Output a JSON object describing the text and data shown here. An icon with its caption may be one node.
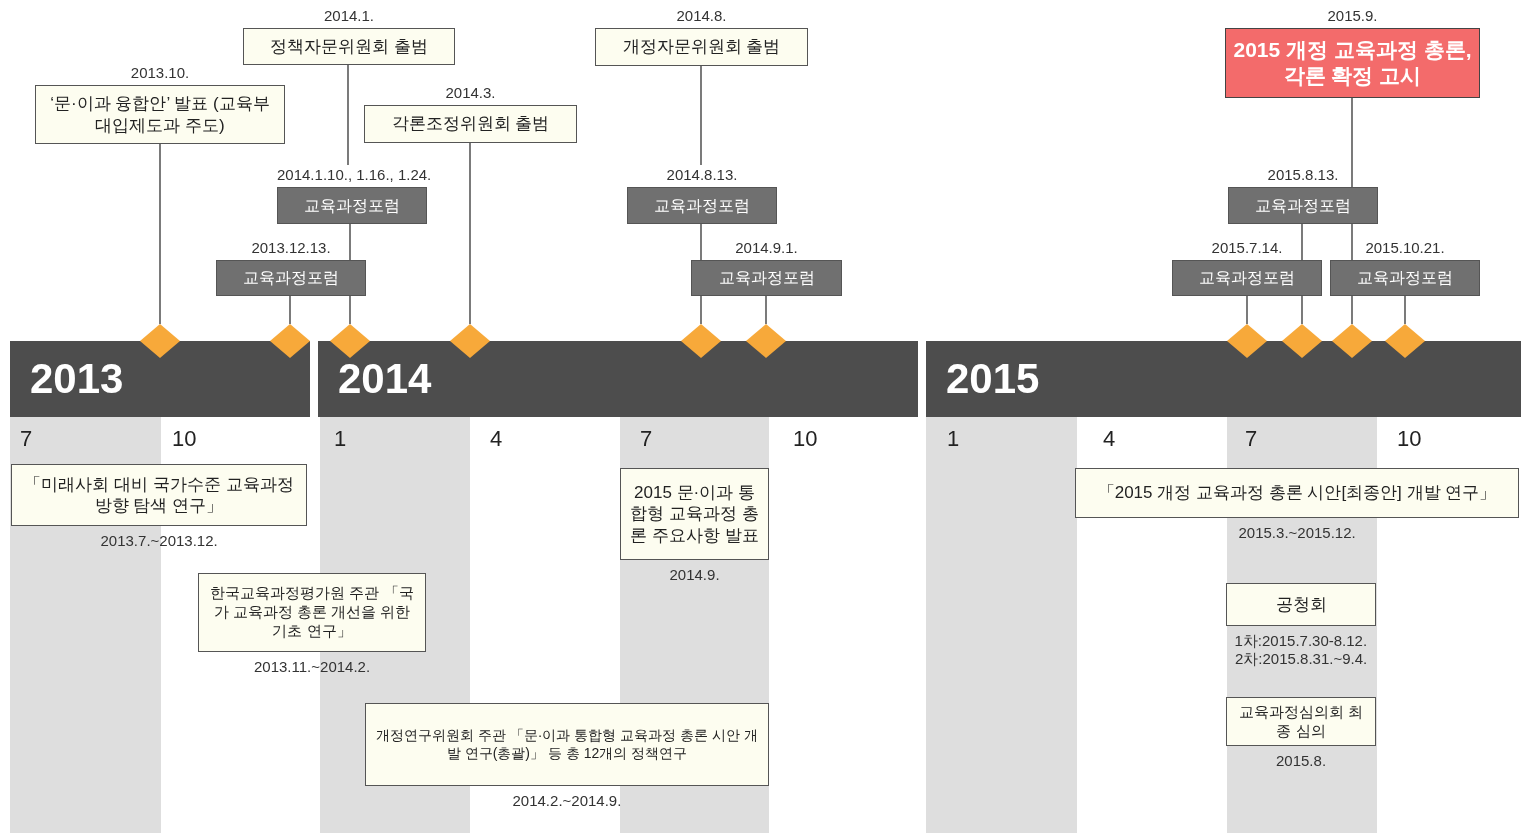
{
  "diagram": {
    "nodes": [
      {
        "text": [
          "2014.1.",
          "정책자문위원회 출범"
        ]
      },
      {
        "text": [
          "2014.8.",
          "개정자문위원회 출범"
        ]
      },
      {
        "text": [
          "2015.9.",
          "2015 개정 교육과정 총론, 각론 확정 고시"
        ]
      },
      {
        "text": [
          "2013.10.",
          "‘문·이과 융합안’ 발표 (교육부 대입제도과 주도)"
        ]
      },
      {
        "text": [
          "2014.3.",
          "각론조정위원회 출범"
        ]
      },
      {
        "text": [
          "2014.1.10., 1.16., 1.24.",
          "교육과정포럼"
        ]
      },
      {
        "text": [
          "2014.8.13.",
          "교육과정포럼"
        ]
      },
      {
        "text": [
          "2015.8.13.",
          "교육과정포럼"
        ]
      },
      {
        "text": [
          "2013.12.13.",
          "교육과정포럼"
        ]
      },
      {
        "text": [
          "2014.9.1.",
          "교육과정포럼"
        ]
      },
      {
        "text": [
          "2015.7.14.",
          "교육과정포럼"
        ]
      },
      {
        "text": [
          "2015.10.21.",
          "교육과정포럼"
        ]
      },
      {
        "text": [],
        "shape": "diamond"
      },
      {
        "text": [],
        "shape": "diamond"
      },
      {
        "text": [],
        "shape": "diamond"
      },
      {
        "text": [],
        "shape": "diamond"
      },
      {
        "text": [],
        "shape": "diamond"
      },
      {
        "text": [],
        "shape": "diamond"
      },
      {
        "text": [],
        "shape": "diamond"
      },
      {
        "text": [],
        "shape": "diamond"
      },
      {
        "text": [],
        "shape": "diamond"
      },
      {
        "text": [],
        "shape": "diamond"
      },
      {
        "text": [
          "2013"
        ]
      },
      {
        "text": [
          "2014"
        ]
      },
      {
        "text": [
          "2015"
        ]
      },
      {
        "text": [
          "「미래사회 대비 국가수준 교육과정 방향 탐색 연구」"
        ],
        "beside": [
          "2013.7.~2013.12."
        ]
      },
      {
        "text": [
          "2015 문·이과 통합형 교육과정 총론 주요사항 발표"
        ],
        "beside": [
          "2014.9."
        ]
      },
      {
        "text": [
          "「2015 개정 교육과정 총론 시안[최종안] 개발 연구」"
        ],
        "beside": [
          "2015.3.~2015.12."
        ]
      },
      {
        "text": [
          "한국교육과정평가원 주관 「국가 교육과정 총론 개선을 위한 기초 연구」"
        ],
        "beside": [
          "2013.11.~2014.2."
        ]
      },
      {
        "text": [
          "공청회"
        ],
        "beside": [
          "1차:2015.7.30-8.12.",
          "2차:2015.8.31.~9.4."
        ]
      },
      {
        "text": [
          "교육과정심의회 최종 심의"
        ],
        "beside": [
          "2015.8."
        ]
      },
      {
        "text": [
          "개정연구위원회 주관 「문·이과 통합형 교육과정 총론 시안 개발 연구(총괄)」 등 총 12개의 정책연구"
        ],
        "beside": [
          "2014.2.~2014.9."
        ]
      }
    ],
    "edges": [
      {
        "from": 3,
        "to": 12,
        "arrow": "none"
      },
      {
        "from": 8,
        "to": 13,
        "arrow": "none"
      },
      {
        "from": 0,
        "to": 5,
        "arrow": "none"
      },
      {
        "from": 5,
        "to": 8,
        "arrow": "none"
      },
      {
        "from": 8,
        "to": 14,
        "arrow": "none"
      },
      {
        "from": 4,
        "to": 15,
        "arrow": "none"
      },
      {
        "from": 1,
        "to": 6,
        "arrow": "none"
      },
      {
        "from": 6,
        "to": 9,
        "arrow": "none"
      },
      {
        "from": 9,
        "to": 16,
        "arrow": "none"
      },
      {
        "from": 9,
        "to": 17,
        "arrow": "none"
      },
      {
        "from": 10,
        "to": 18,
        "arrow": "none"
      },
      {
        "from": 7,
        "to": 10,
        "arrow": "none"
      },
      {
        "from": 10,
        "to": 19,
        "arrow": "none"
      },
      {
        "from": 2,
        "to": 7,
        "arrow": "none"
      },
      {
        "from": 7,
        "to": 11,
        "arrow": "none"
      },
      {
        "from": 11,
        "to": 20,
        "arrow": "none"
      },
      {
        "from": 11,
        "to": 21,
        "arrow": "none"
      }
    ],
    "labels": [
      "7",
      "10",
      "1",
      "4",
      "7",
      "10",
      "1",
      "4",
      "7",
      "10"
    ]
  }
}
